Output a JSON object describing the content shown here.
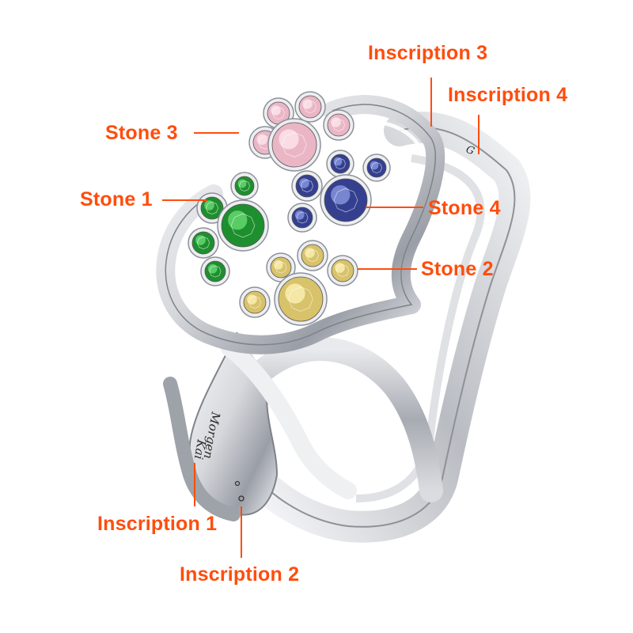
{
  "theme": {
    "label_color": "#ff4d0d",
    "leader_color": "#ff4d0d",
    "metal_light": "#f4f4f6",
    "metal_mid": "#c9cbd0",
    "metal_dark": "#7e8289"
  },
  "labels": {
    "stone_1": "Stone 1",
    "stone_2": "Stone 2",
    "stone_3": "Stone 3",
    "stone_4": "Stone 4",
    "inscription_1": "Inscription 1",
    "inscription_2": "Inscription 2",
    "inscription_3": "Inscription 3",
    "inscription_4": "Inscription 4"
  },
  "engravings": {
    "inscription_1": "Kai",
    "inscription_2": "Morgen",
    "inscription_4": "G"
  },
  "stones": {
    "stone_1": {
      "color": "#1e8f2e",
      "highlight": "#6ee07a",
      "name": "green-stone"
    },
    "stone_2": {
      "color": "#d8c26a",
      "highlight": "#fff3b8",
      "name": "yellow-stone"
    },
    "stone_3": {
      "color": "#eab6c6",
      "highlight": "#fde8ef",
      "name": "pink-stone"
    },
    "stone_4": {
      "color": "#34408f",
      "highlight": "#8f9ee8",
      "name": "blue-stone"
    }
  }
}
